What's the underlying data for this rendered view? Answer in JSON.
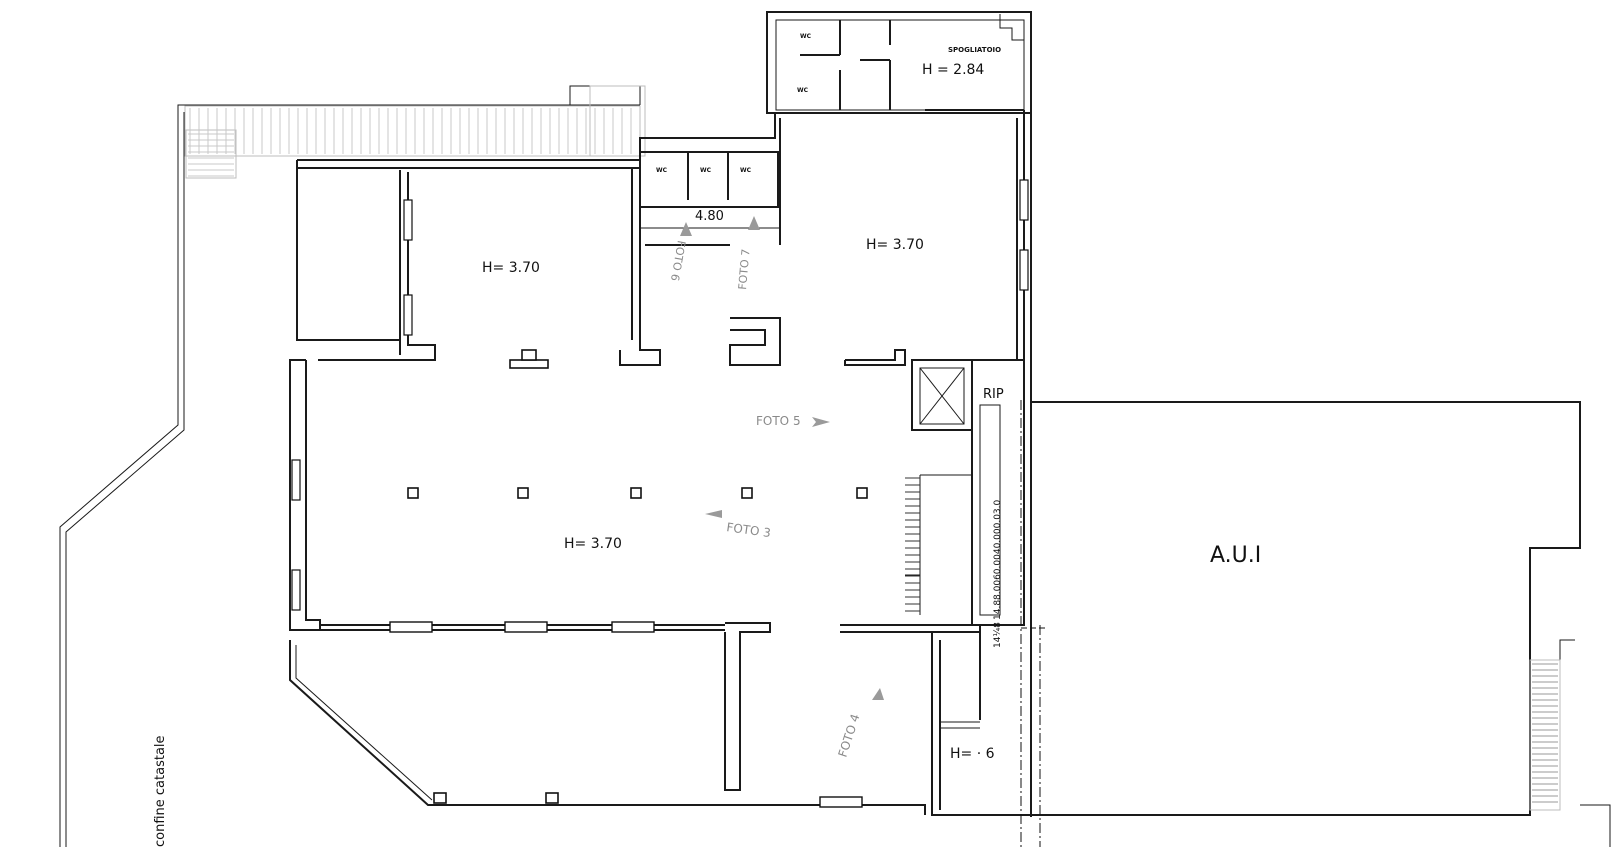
{
  "rooms": {
    "spogliatoio": {
      "name": "SPOGLIATOIO",
      "height": "H  =  2.84"
    },
    "wc_top_1": "WC",
    "wc_top_2": "WC",
    "wc_mid_1": "WC",
    "wc_mid_2": "WC",
    "wc_mid_3": "WC",
    "wc_level": "4.80",
    "room_west": "H=  3.70",
    "room_east": "H=  3.70",
    "main_hall": "H=  3.70",
    "small_room": "H=  ·   6",
    "rip": "RIP",
    "aui": "A.U.I"
  },
  "photo_markers": {
    "foto3": "FOTO 3",
    "foto4": "FOTO 4",
    "foto5": "FOTO 5",
    "foto6": "FOTO 6",
    "foto7": "FOTO 7"
  },
  "boundary": {
    "label": "confine catastale",
    "cadastral_code_1": "14¼8 ",
    "cadastral_code_2": "14.88.0060.0040.000.03.0"
  }
}
